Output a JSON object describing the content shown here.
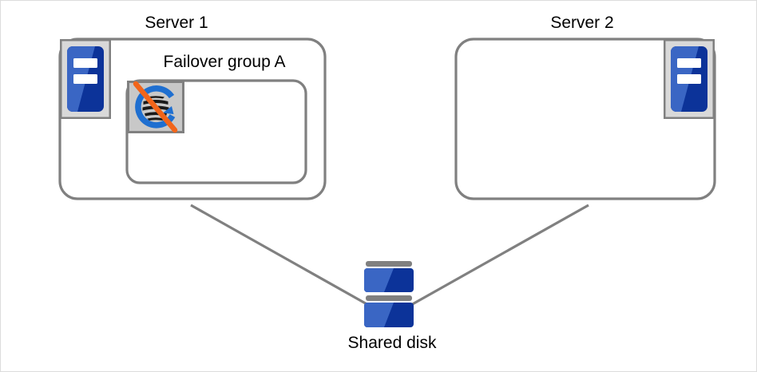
{
  "diagram": {
    "title": "Failover group stopped on Server 1 cluster diagram",
    "background_color": "#ffffff",
    "frame_border_color": "#dcdcdc"
  },
  "palette": {
    "box_outline": "#808080",
    "connector_line": "#808080",
    "icon_panel_bg": "#d9d9d9",
    "icon_panel_border": "#808080",
    "server_blue_light": "#3a66c4",
    "server_blue_dark": "#0c3399",
    "server_bar_white": "#ffffff",
    "arrow_blue": "#1f6fd0",
    "sphere_gray": "#b3b3b3",
    "sphere_dark": "#1a1a1a",
    "slash_orange": "#f2651a",
    "disk_bar_gray": "#808080",
    "text_color": "#000000"
  },
  "nodes": {
    "server1": {
      "label": "Server 1",
      "icon": "server-icon",
      "icon_position": "left"
    },
    "server2": {
      "label": "Server 2",
      "icon": "server-icon",
      "icon_position": "right"
    },
    "failover_group": {
      "label": "Failover group A",
      "icon": "failover-group-stopped-icon",
      "status": "stopped",
      "status_marker": "orange-slash"
    },
    "shared_disk": {
      "label": "Shared disk",
      "icon": "shared-disk-icon"
    }
  },
  "connections": [
    {
      "name": "server1-to-shared-disk",
      "from": "server1",
      "to": "shared_disk"
    },
    {
      "name": "server2-to-shared-disk",
      "from": "server2",
      "to": "shared_disk"
    }
  ]
}
